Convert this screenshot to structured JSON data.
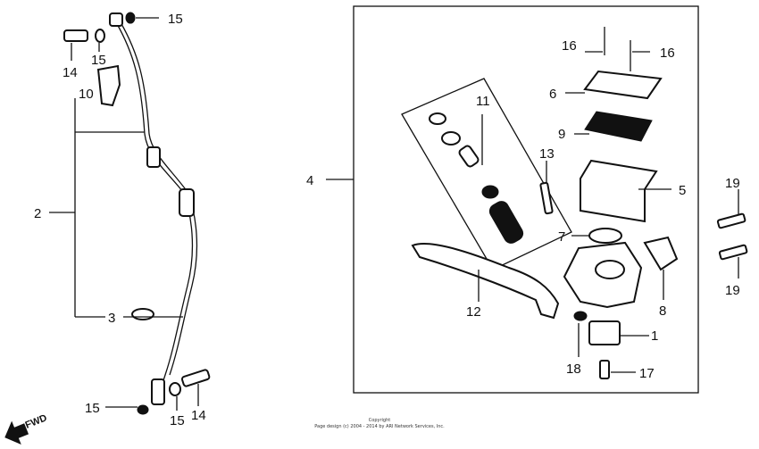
{
  "callouts": {
    "c15_top": "15",
    "c14_top": "14",
    "c15_mid": "15",
    "c10": "10",
    "c2": "2",
    "c3": "3",
    "c15_bl": "15",
    "c15_bm": "15",
    "c14_bot": "14",
    "c4": "4",
    "c11": "11",
    "c16_l": "16",
    "c16_r": "16",
    "c6": "6",
    "c9": "9",
    "c13": "13",
    "c5": "5",
    "c19_t": "19",
    "c7": "7",
    "c19_b": "19",
    "c12": "12",
    "c8": "8",
    "c1": "1",
    "c18": "18",
    "c17": "17"
  },
  "fwd_label": "FWD",
  "copyright": {
    "line1": "Copyright",
    "line2": "Page design (c) 2004 - 2014 by ARI Network Services, Inc."
  }
}
